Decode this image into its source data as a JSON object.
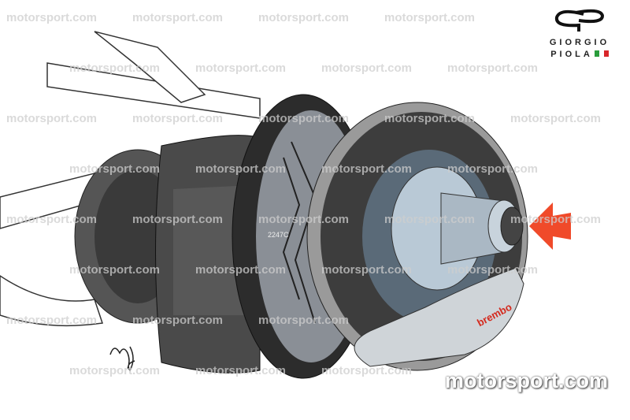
{
  "watermark": "motorsport.com",
  "logo": {
    "line1": "GIORGIO",
    "line2": "PIOLA",
    "flag_colors": [
      "#2a9d3c",
      "#ffffff",
      "#d8262a"
    ]
  },
  "part_label": "2247C",
  "brake_brand": "brembo",
  "arrow_color": "#f04a2a"
}
